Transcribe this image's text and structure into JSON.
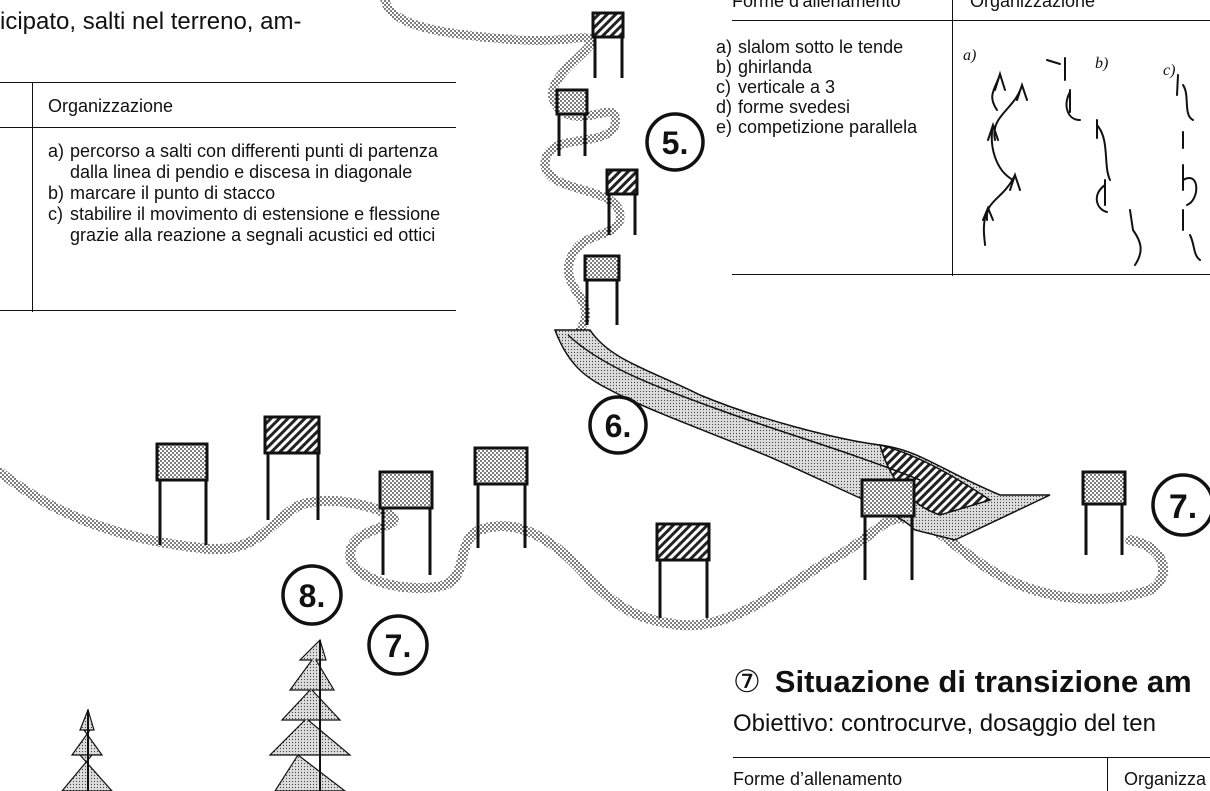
{
  "top_left_text": "icipato, salti nel terreno, am-",
  "left_table": {
    "header": "Organizzazione",
    "items": [
      {
        "key": "a)",
        "text": "percorso a salti con differenti punti di partenza dalla linea di pendio e discesa in diagonale"
      },
      {
        "key": "b)",
        "text": "marcare il punto di stacco"
      },
      {
        "key": "c)",
        "text": "stabilire il movimento di estensione e flessione grazie alla reazione a segnali acustici ed ottici"
      }
    ]
  },
  "right_table": {
    "header_left": "Forme d'allenamento",
    "header_right": "Organizzazione",
    "items": [
      {
        "key": "a)",
        "text": "slalom sotto le tende"
      },
      {
        "key": "b)",
        "text": "ghirlanda"
      },
      {
        "key": "c)",
        "text": "verticale a 3"
      },
      {
        "key": "d)",
        "text": "forme svedesi"
      },
      {
        "key": "e)",
        "text": "competizione parallela"
      }
    ],
    "sketch_labels": [
      "a)",
      "b)",
      "c)"
    ]
  },
  "markers": [
    "5.",
    "6.",
    "7.",
    "8.",
    "7."
  ],
  "section": {
    "number": "⑦",
    "title": "Situazione di transizione am",
    "objective": "Obiettivo: controcurve, dosaggio del ten",
    "table_left": "Forme d’allenamento",
    "table_right": "Organizza"
  }
}
